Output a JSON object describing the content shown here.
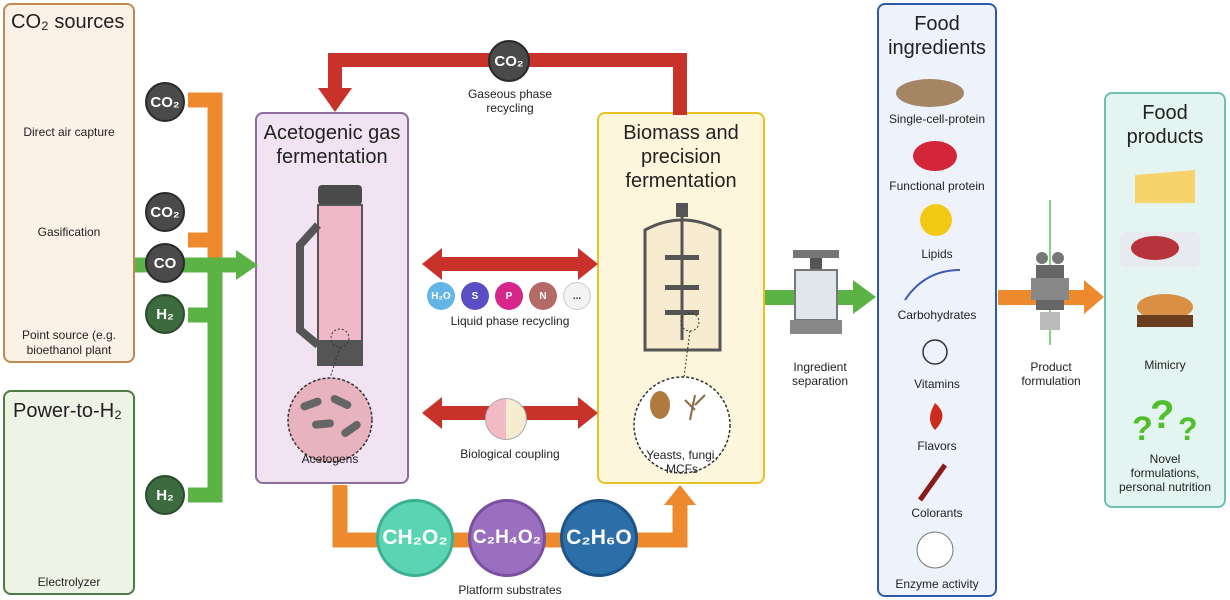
{
  "co2_sources": {
    "title": "CO₂ sources",
    "items": {
      "dac": "Direct air capture",
      "gasification": "Gasification",
      "point_source_line1": "Point source (e.g.",
      "point_source_line2": "bioethanol plant"
    }
  },
  "power": {
    "title": "Power-to-H₂",
    "electrolyzer": "Electrolyzer"
  },
  "badges": {
    "co2": "CO₂",
    "co": "CO",
    "h2": "H₂"
  },
  "acetogenic": {
    "title_line1": "Acetogenic gas",
    "title_line2": "fermentation",
    "acetogens": "Acetogens"
  },
  "biomass": {
    "title_line1": "Biomass and",
    "title_line2": "precision",
    "title_line3": "fermentation",
    "organisms_line1": "Yeasts, fungi,",
    "organisms_line2": "MCFs"
  },
  "recycling": {
    "gaseous_line1": "Gaseous phase",
    "gaseous_line2": "recycling",
    "liquid": "Liquid phase recycling",
    "liquid_items": [
      "H₂O",
      "S",
      "P",
      "N",
      "..."
    ],
    "biological": "Biological coupling"
  },
  "platform": {
    "label": "Platform substrates",
    "substrates": [
      "CH₂O₂",
      "C₂H₄O₂",
      "C₂H₆O"
    ]
  },
  "separation": {
    "line1": "Ingredient",
    "line2": "separation"
  },
  "formulation": {
    "line1": "Product",
    "line2": "formulation"
  },
  "ingredients": {
    "title_line1": "Food",
    "title_line2": "ingredients",
    "items": [
      "Single-cell-protein",
      "Functional protein",
      "Lipids",
      "Carbohydrates",
      "Vitamins",
      "Flavors",
      "Colorants",
      "Enzyme activity"
    ]
  },
  "products": {
    "title_line1": "Food",
    "title_line2": "products",
    "mimicry": "Mimicry",
    "novel_line1": "Novel",
    "novel_line2": "formulations,",
    "novel_line3": "personal nutrition"
  },
  "colors": {
    "co2_panel": "#c08a4e",
    "power_panel": "#4e7a44",
    "acetogenic_panel": "#8c6c9a",
    "biomass_panel": "#e6c227",
    "ingredients_panel": "#2f5aa8",
    "products_panel": "#6fbfb2",
    "orange_arrow": "#ee8a2e",
    "green_arrow": "#5bb346",
    "red_arrow": "#c8322b"
  }
}
